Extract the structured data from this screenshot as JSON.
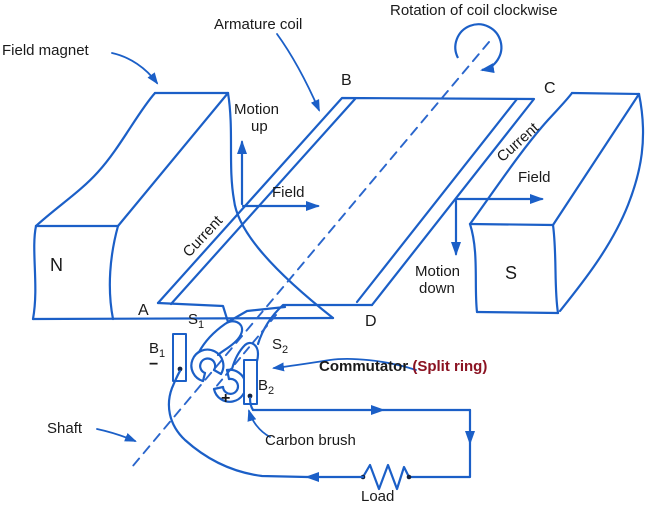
{
  "title": "DC electric motor diagram",
  "colors": {
    "line": "#1b5fc7",
    "text": "#1a1a1a",
    "split_ring_text": "#8b1322"
  },
  "labels": {
    "field_magnet": "Field magnet",
    "armature_coil": "Armature coil",
    "rotation": "Rotation of coil clockwise",
    "motion_up_1": "Motion",
    "motion_up_2": "up",
    "motion_down_1": "Motion",
    "motion_down_2": "down",
    "field_left": "Field",
    "field_right": "Field",
    "current_left": "Current",
    "current_right": "Current",
    "shaft": "Shaft",
    "commutator": "Commutator",
    "split_ring": "(Split ring)",
    "carbon_brush": "Carbon brush",
    "load": "Load"
  },
  "corners": {
    "a": "A",
    "b": "B",
    "c": "C",
    "d": "D"
  },
  "poles": {
    "north": "N",
    "south": "S"
  },
  "commutator_parts": {
    "s1": {
      "base": "S",
      "sub": "1"
    },
    "s2": {
      "base": "S",
      "sub": "2"
    },
    "b1": {
      "base": "B",
      "sub": "1"
    },
    "b2": {
      "base": "B",
      "sub": "2"
    },
    "minus": "−",
    "plus": "+"
  }
}
